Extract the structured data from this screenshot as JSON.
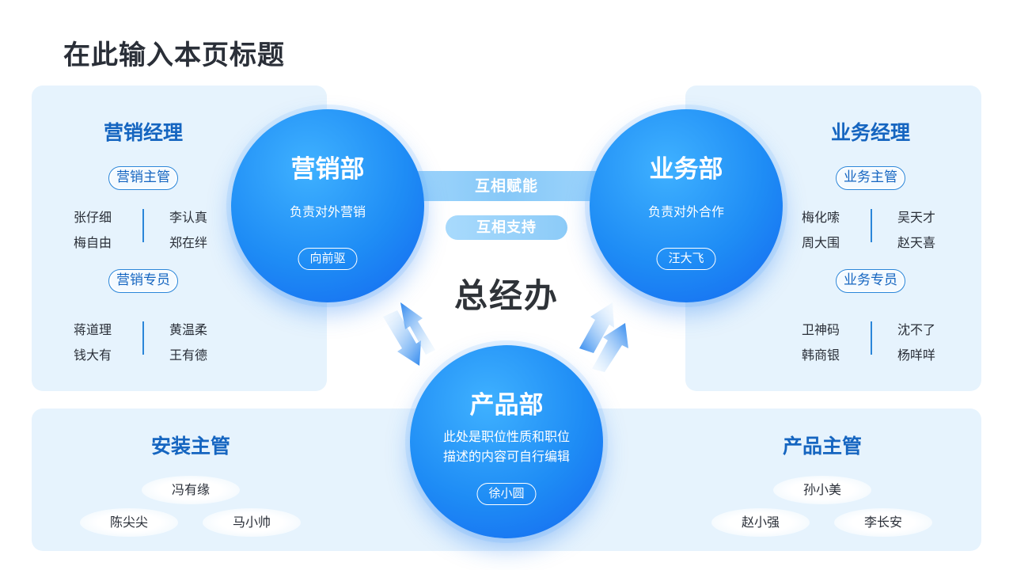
{
  "page_title": "在此输入本页标题",
  "center_label": "总经办",
  "band_label": "互相赋能",
  "support_label": "互相支持",
  "colors": {
    "primary": "#1e8cf5",
    "heading": "#1565c0",
    "panel": "#e6f3fd",
    "band": "#86c8f8"
  },
  "left_panel": {
    "heading": "营销经理",
    "group1": {
      "role": "营销主管",
      "names": [
        "张仔细",
        "李认真",
        "梅自由",
        "郑在绊"
      ]
    },
    "group2": {
      "role": "营销专员",
      "names": [
        "蒋道理",
        "黄温柔",
        "钱大有",
        "王有德"
      ]
    }
  },
  "right_panel": {
    "heading": "业务经理",
    "group1": {
      "role": "业务主管",
      "names": [
        "梅化嗦",
        "吴天才",
        "周大围",
        "赵天喜"
      ]
    },
    "group2": {
      "role": "业务专员",
      "names": [
        "卫神码",
        "沈不了",
        "韩商银",
        "杨咩咩"
      ]
    }
  },
  "bottom_left": {
    "heading": "安装主管",
    "names": [
      "冯有缘",
      "陈尖尖",
      "马小帅"
    ]
  },
  "bottom_right": {
    "heading": "产品主管",
    "names": [
      "孙小美",
      "赵小强",
      "李长安"
    ]
  },
  "circles": {
    "marketing": {
      "title": "营销部",
      "desc": "负责对外营销",
      "person": "向前驱"
    },
    "business": {
      "title": "业务部",
      "desc": "负责对外合作",
      "person": "汪大飞"
    },
    "product": {
      "title": "产品部",
      "desc_line1": "此处是职位性质和职位",
      "desc_line2": "描述的内容可自行编辑",
      "person": "徐小圆"
    }
  }
}
